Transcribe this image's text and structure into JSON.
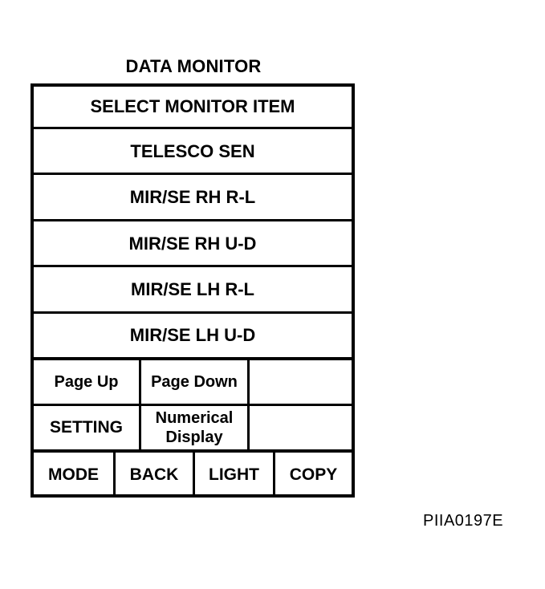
{
  "title": "DATA MONITOR",
  "screen": {
    "header": "SELECT MONITOR ITEM",
    "items": [
      {
        "label": "TELESCO SEN"
      },
      {
        "label": "MIR/SE RH R-L"
      },
      {
        "label": "MIR/SE RH U-D"
      },
      {
        "label": "MIR/SE LH R-L"
      },
      {
        "label": "MIR/SE LH U-D"
      }
    ],
    "buttons": {
      "page_up": "Page Up",
      "page_down": "Page Down",
      "setting": "SETTING",
      "numerical_line1": "Numerical",
      "numerical_line2": "Display",
      "mode": "MODE",
      "back": "BACK",
      "light": "LIGHT",
      "copy": "COPY"
    }
  },
  "figure_code": "PIIA0197E"
}
